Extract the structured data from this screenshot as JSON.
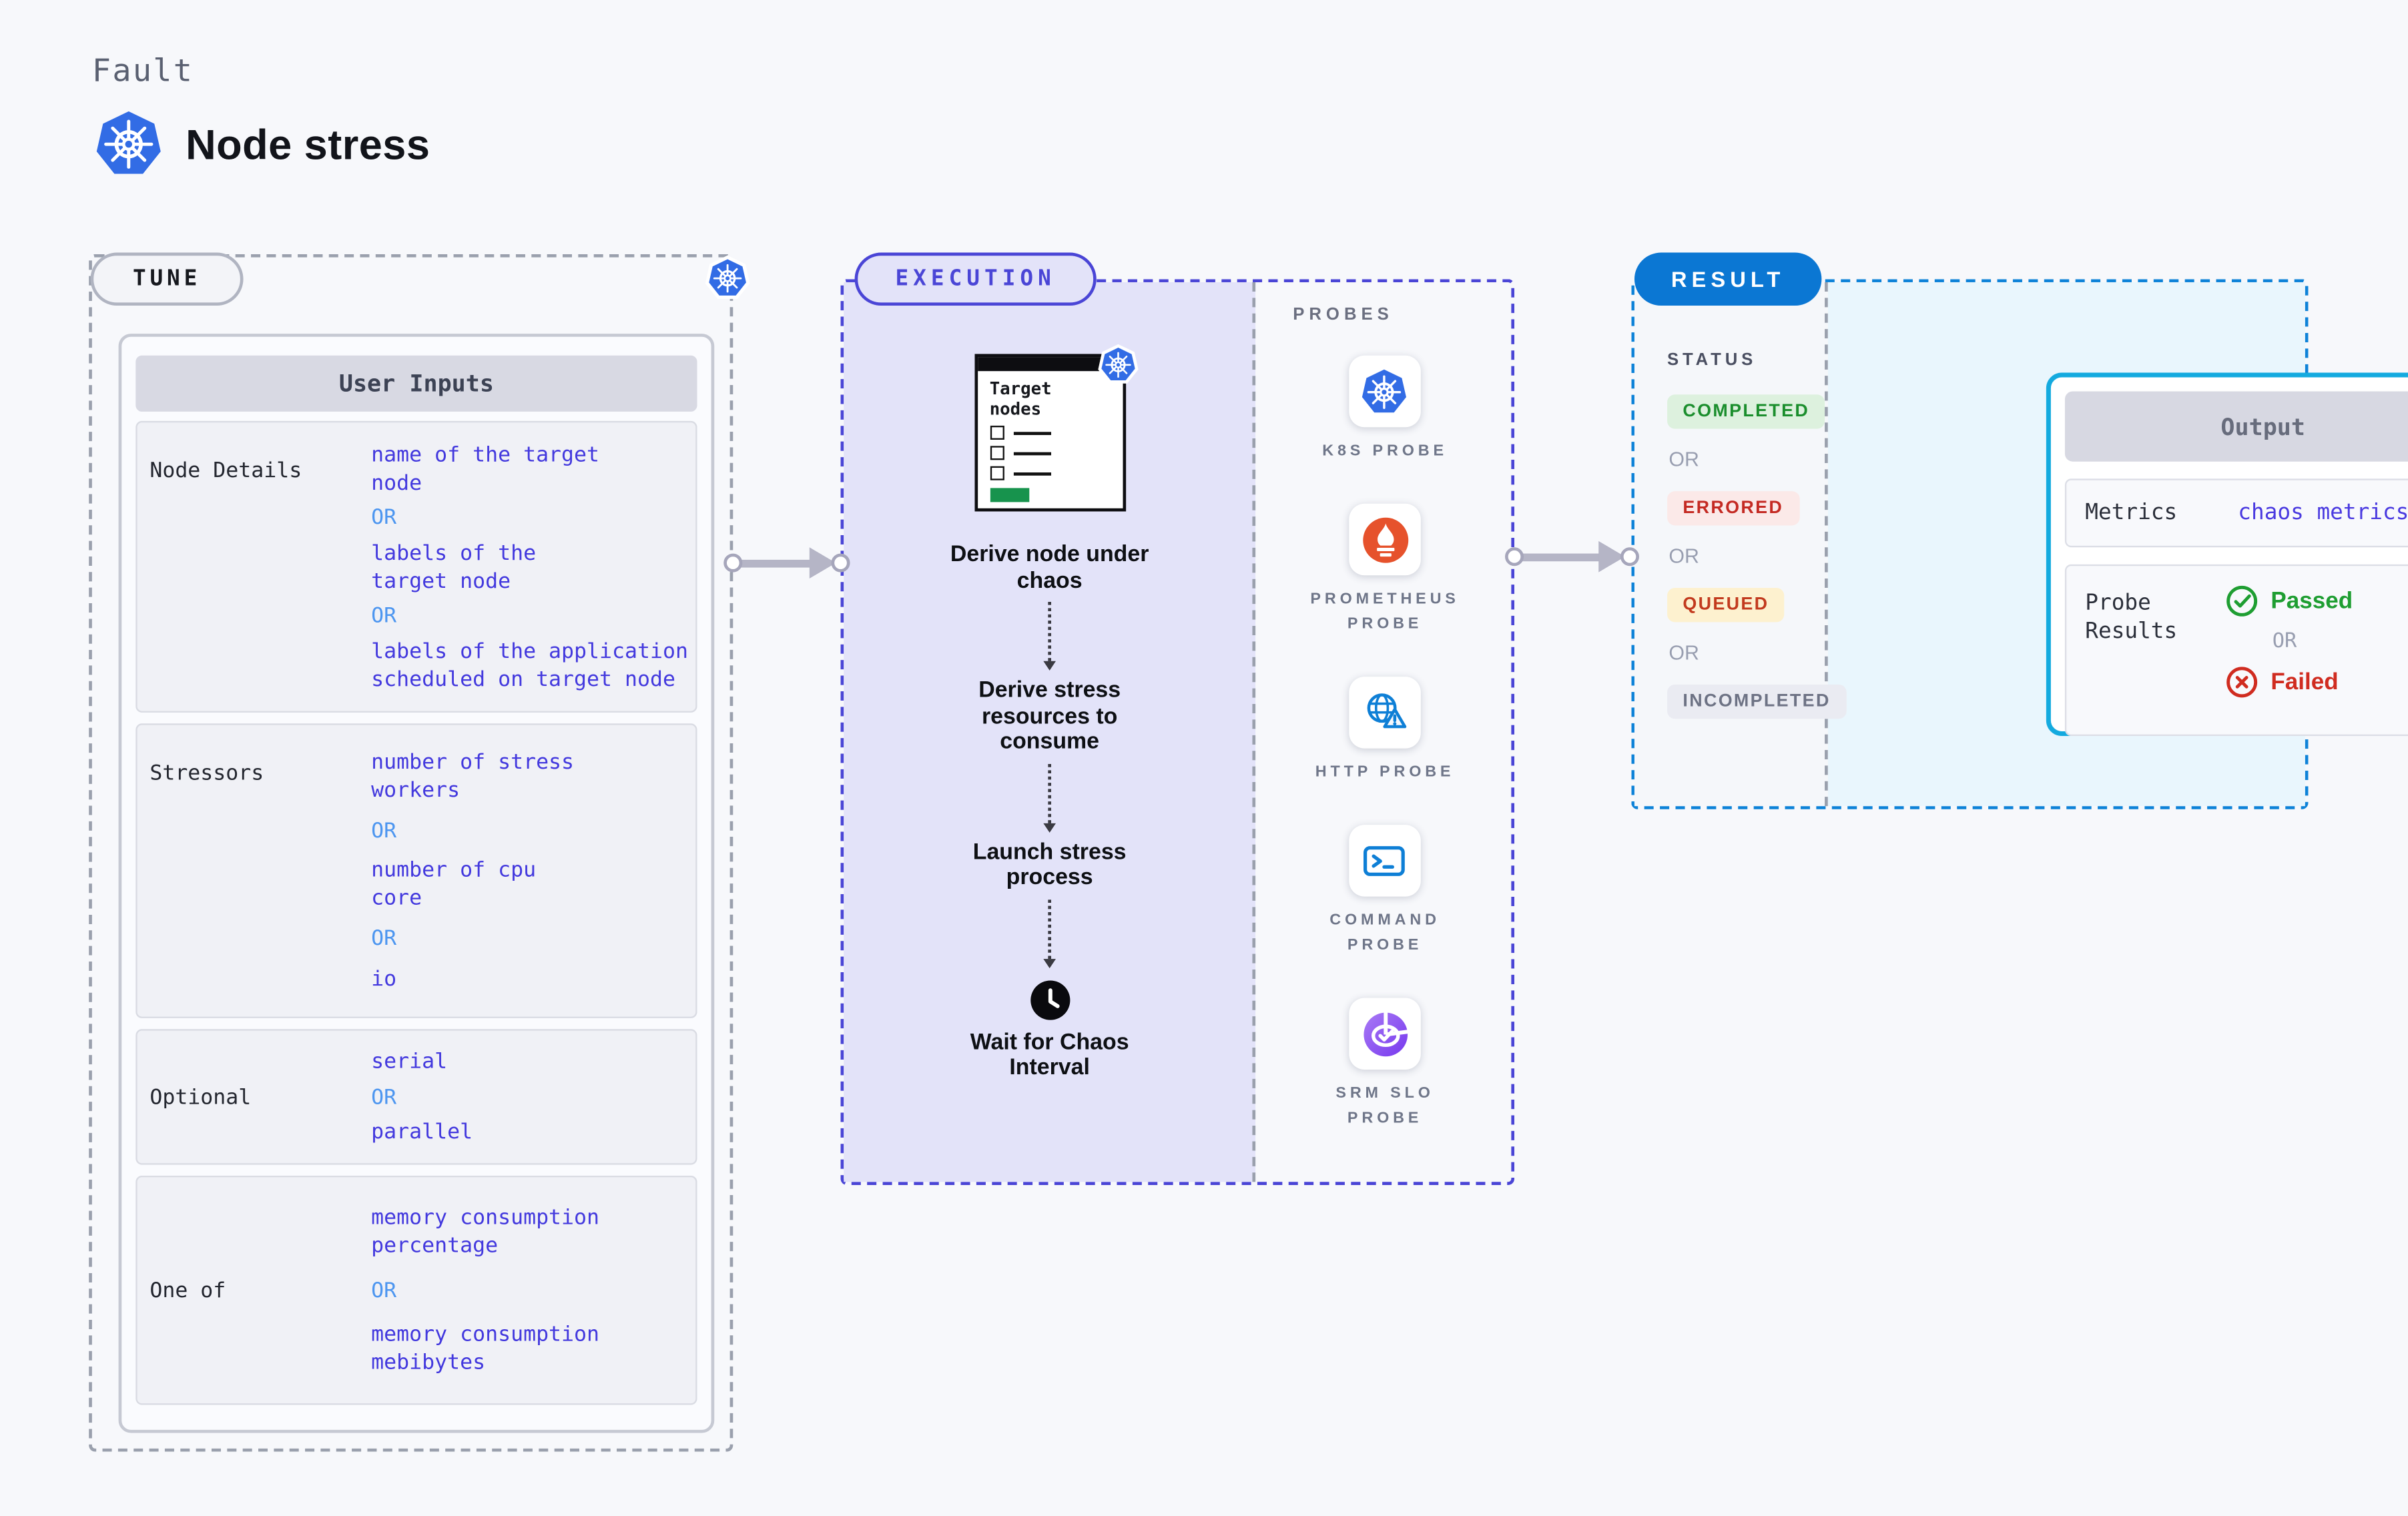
{
  "header": {
    "fault_label": "Fault",
    "title": "Node stress"
  },
  "tune": {
    "pill": "TUNE",
    "user_inputs_header": "User Inputs",
    "or": "OR",
    "rows": [
      {
        "label": "Node Details",
        "values": [
          "name of the target\nnode",
          "labels of the\ntarget node",
          "labels of the application\n scheduled on target node"
        ]
      },
      {
        "label": "Stressors",
        "values": [
          "number of stress\nworkers",
          "number of cpu\ncore",
          "io"
        ]
      },
      {
        "label": "Optional",
        "values": [
          "serial",
          "parallel"
        ]
      },
      {
        "label": "One of",
        "values": [
          "memory consumption\npercentage",
          "memory consumption\nmebibytes"
        ]
      }
    ]
  },
  "execution": {
    "pill": "EXECUTION",
    "card_title": "Target\nnodes",
    "steps": [
      "Derive node under\nchaos",
      "Derive stress\nresources to\nconsume",
      "Launch stress\nprocess",
      "Wait for Chaos\nInterval"
    ]
  },
  "probes": {
    "label": "PROBES",
    "items": [
      {
        "name": "K8S PROBE",
        "icon": "kubernetes-icon"
      },
      {
        "name": "PROMETHEUS\nPROBE",
        "icon": "prometheus-icon"
      },
      {
        "name": "HTTP PROBE",
        "icon": "http-globe-icon"
      },
      {
        "name": "COMMAND\nPROBE",
        "icon": "command-terminal-icon"
      },
      {
        "name": "SRM SLO\nPROBE",
        "icon": "srm-slo-icon"
      }
    ]
  },
  "result": {
    "pill": "RESULT",
    "status_label": "STATUS",
    "or": "OR",
    "statuses": [
      {
        "label": "COMPLETED",
        "style": "background:#ddf1de;color:#1b8e2d"
      },
      {
        "label": "ERRORED",
        "style": "background:#fbe9e8;color:#c42a23"
      },
      {
        "label": "QUEUED",
        "style": "background:#fdf1cf;color:#c23a1e"
      },
      {
        "label": "INCOMPLETED",
        "style": "background:#eaebf2;color:#6d7284"
      }
    ],
    "output": {
      "header": "Output",
      "metrics_label": "Metrics",
      "metrics_value": "chaos metrics",
      "probe_results_label": "Probe\nResults",
      "passed": "Passed",
      "failed": "Failed"
    }
  },
  "colors": {
    "kubernetes_blue": "#326ce5",
    "accent_indigo": "#4a45d6",
    "accent_blue": "#0d82d8",
    "prometheus_orange": "#e6522c",
    "probe_icon_blue": "#0e7fd6",
    "srm_purple": "#8a52ee",
    "value_indigo": "#4339de",
    "or_blue": "#4d96f0",
    "passed_green": "#1f9e32",
    "failed_red": "#d02c20",
    "target_button_green": "#17934d",
    "result_pill_blue": "#0b77d3"
  }
}
